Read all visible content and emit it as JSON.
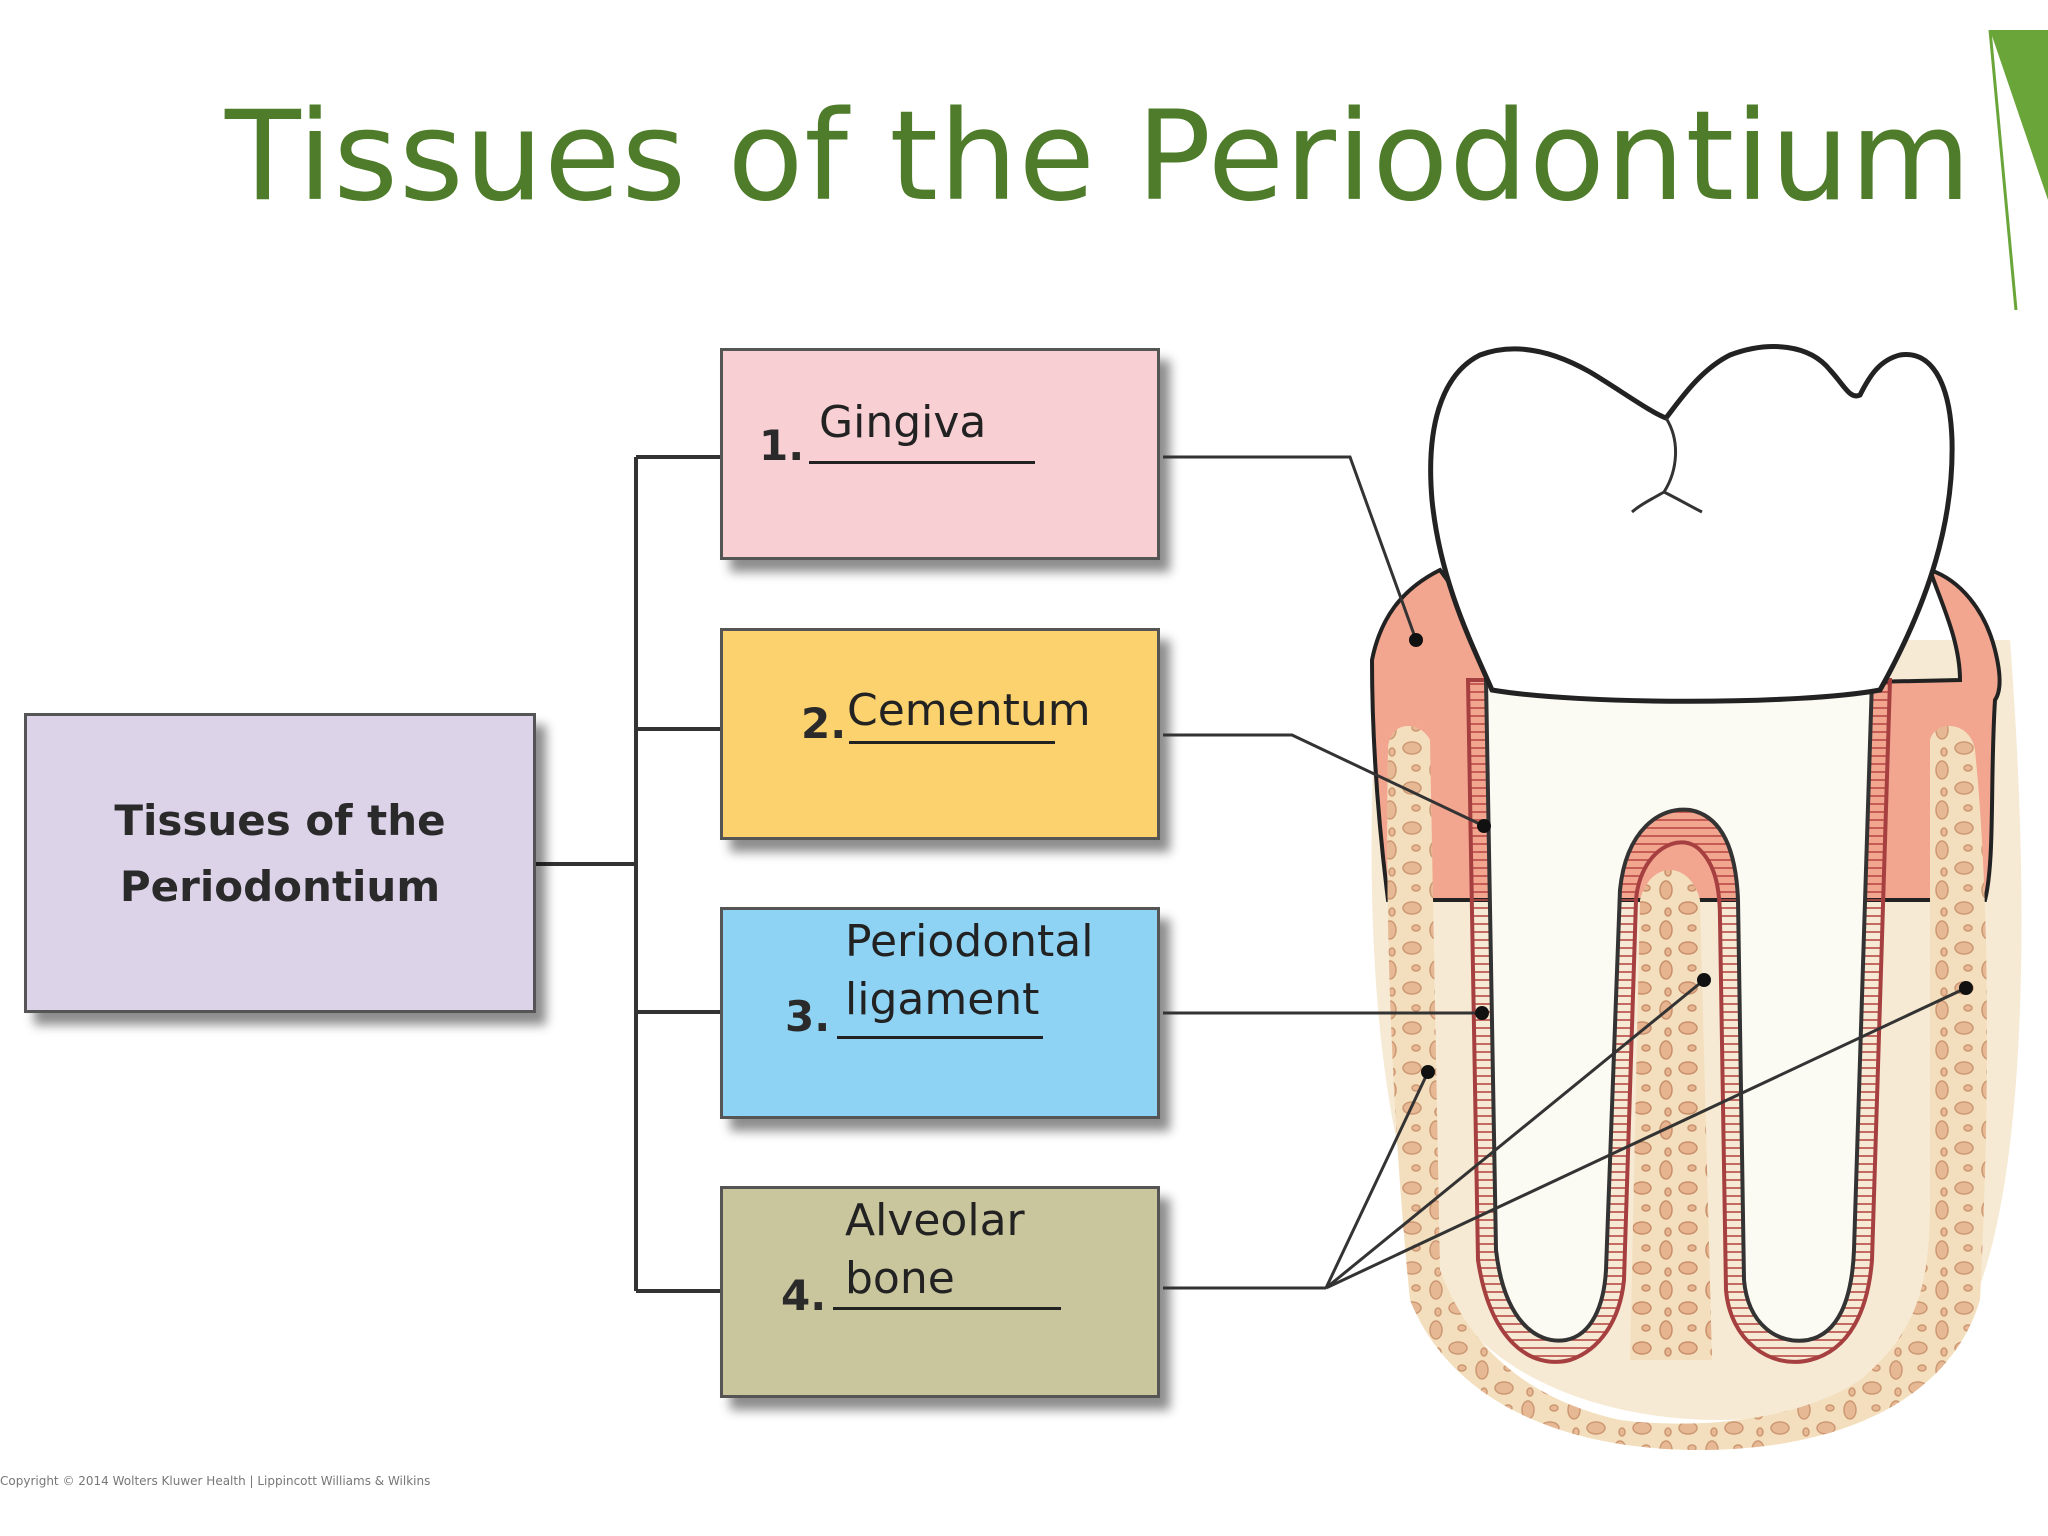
{
  "title": "Tissues of the Periodontium",
  "root": {
    "line1": "Tissues of the",
    "line2": "Periodontium"
  },
  "tissues": [
    {
      "number": "1.",
      "answer": "Gingiva",
      "color": "#f8d0d4"
    },
    {
      "number": "2.",
      "answer": "Cementum",
      "color": "#fbd26e"
    },
    {
      "number": "3.",
      "answer_line1": "Periodontal",
      "answer_line2": "ligament",
      "color": "#8ed3f4"
    },
    {
      "number": "4.",
      "answer_line1": "Alveolar",
      "answer_line2": "bone",
      "color": "#c9c59d"
    }
  ],
  "colors": {
    "title": "#4e7c2a",
    "enamel": "#ffffff",
    "dentin": "#fbfaf3",
    "gingiva": "#f0a08a",
    "bone": "#f3e2c4",
    "ligament": "#e98c80"
  },
  "copyright": "Copyright © 2014 Wolters Kluwer Health | Lippincott Williams & Wilkins"
}
